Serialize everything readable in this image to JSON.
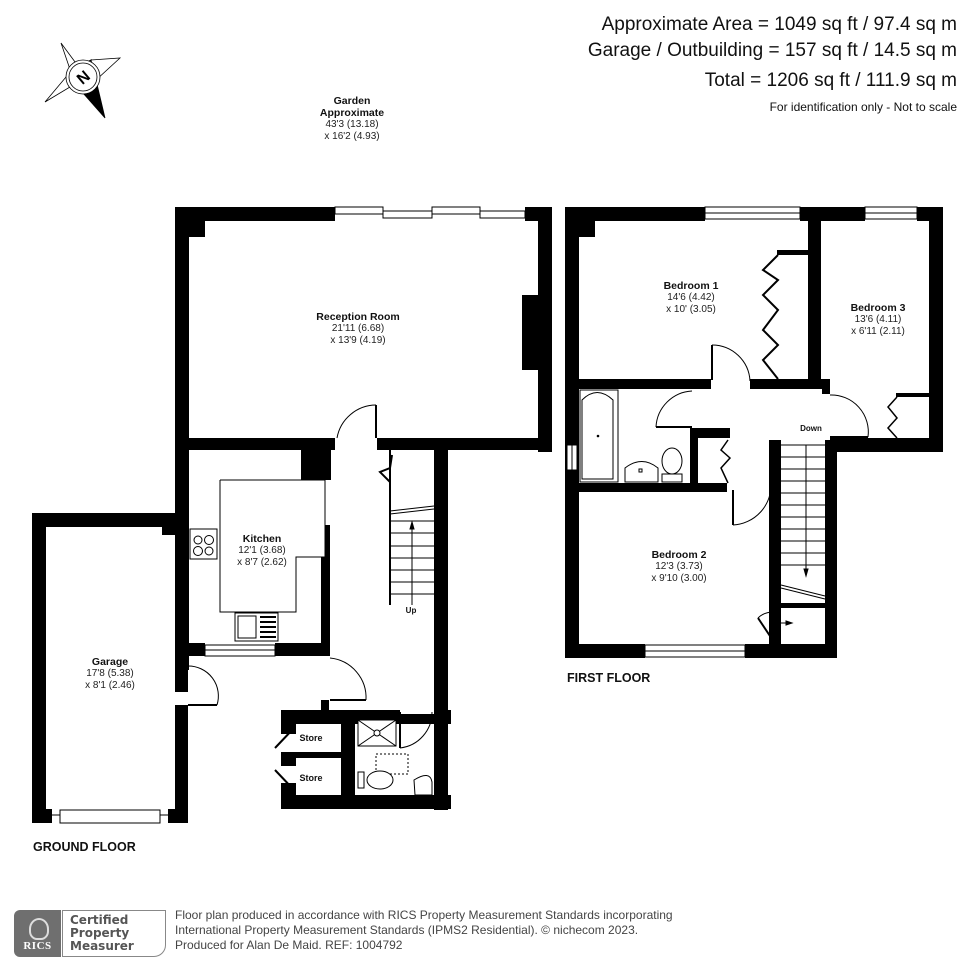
{
  "summary": {
    "approximate_area": "Approximate Area = 1049 sq ft / 97.4 sq m",
    "garage_outbuilding": "Garage / Outbuilding = 157 sq ft / 14.5 sq m",
    "total": "Total = 1206 sq ft / 111.9 sq m",
    "disclaimer": "For identification only - Not to scale"
  },
  "compass": {
    "letter": "N",
    "icon": "compass-north-icon"
  },
  "garden": {
    "name": "Garden",
    "qualifier": "Approximate",
    "dim1": "43'3 (13.18)",
    "dim2": "x 16'2 (4.93)"
  },
  "ground_floor": {
    "title": "GROUND FLOOR",
    "rooms": [
      {
        "name": "Reception Room",
        "dim1": "21'11 (6.68)",
        "dim2": "x 13'9 (4.19)"
      },
      {
        "name": "Kitchen",
        "dim1": "12'1 (3.68)",
        "dim2": "x 8'7 (2.62)"
      },
      {
        "name": "Garage",
        "dim1": "17'8 (5.38)",
        "dim2": "x 8'1 (2.46)"
      },
      {
        "name": "Store"
      },
      {
        "name": "Store"
      }
    ],
    "stairs_label": "Up"
  },
  "first_floor": {
    "title": "FIRST FLOOR",
    "rooms": [
      {
        "name": "Bedroom 1",
        "dim1": "14'6 (4.42)",
        "dim2": "x 10' (3.05)"
      },
      {
        "name": "Bedroom 3",
        "dim1": "13'6 (4.11)",
        "dim2": "x 6'11 (2.11)"
      },
      {
        "name": "Bedroom 2",
        "dim1": "12'3 (3.73)",
        "dim2": "x 9'10 (3.00)"
      }
    ],
    "stairs_label": "Down"
  },
  "footer": {
    "line1": "Floor plan produced in accordance with RICS Property Measurement Standards incorporating",
    "line2": "International Property Measurement Standards (IPMS2 Residential).  © nichecom 2023.",
    "line3": "Produced for Alan De Maid.   REF: 1004792",
    "rics_logo_text": "RICS",
    "badge_line1": "Certified",
    "badge_line2": "Property",
    "badge_line3": "Measurer"
  },
  "colors": {
    "wall": "#000000",
    "background": "#ffffff",
    "text": "#111111",
    "footer_text": "#444444",
    "rics_grey": "#6f6f6f"
  }
}
